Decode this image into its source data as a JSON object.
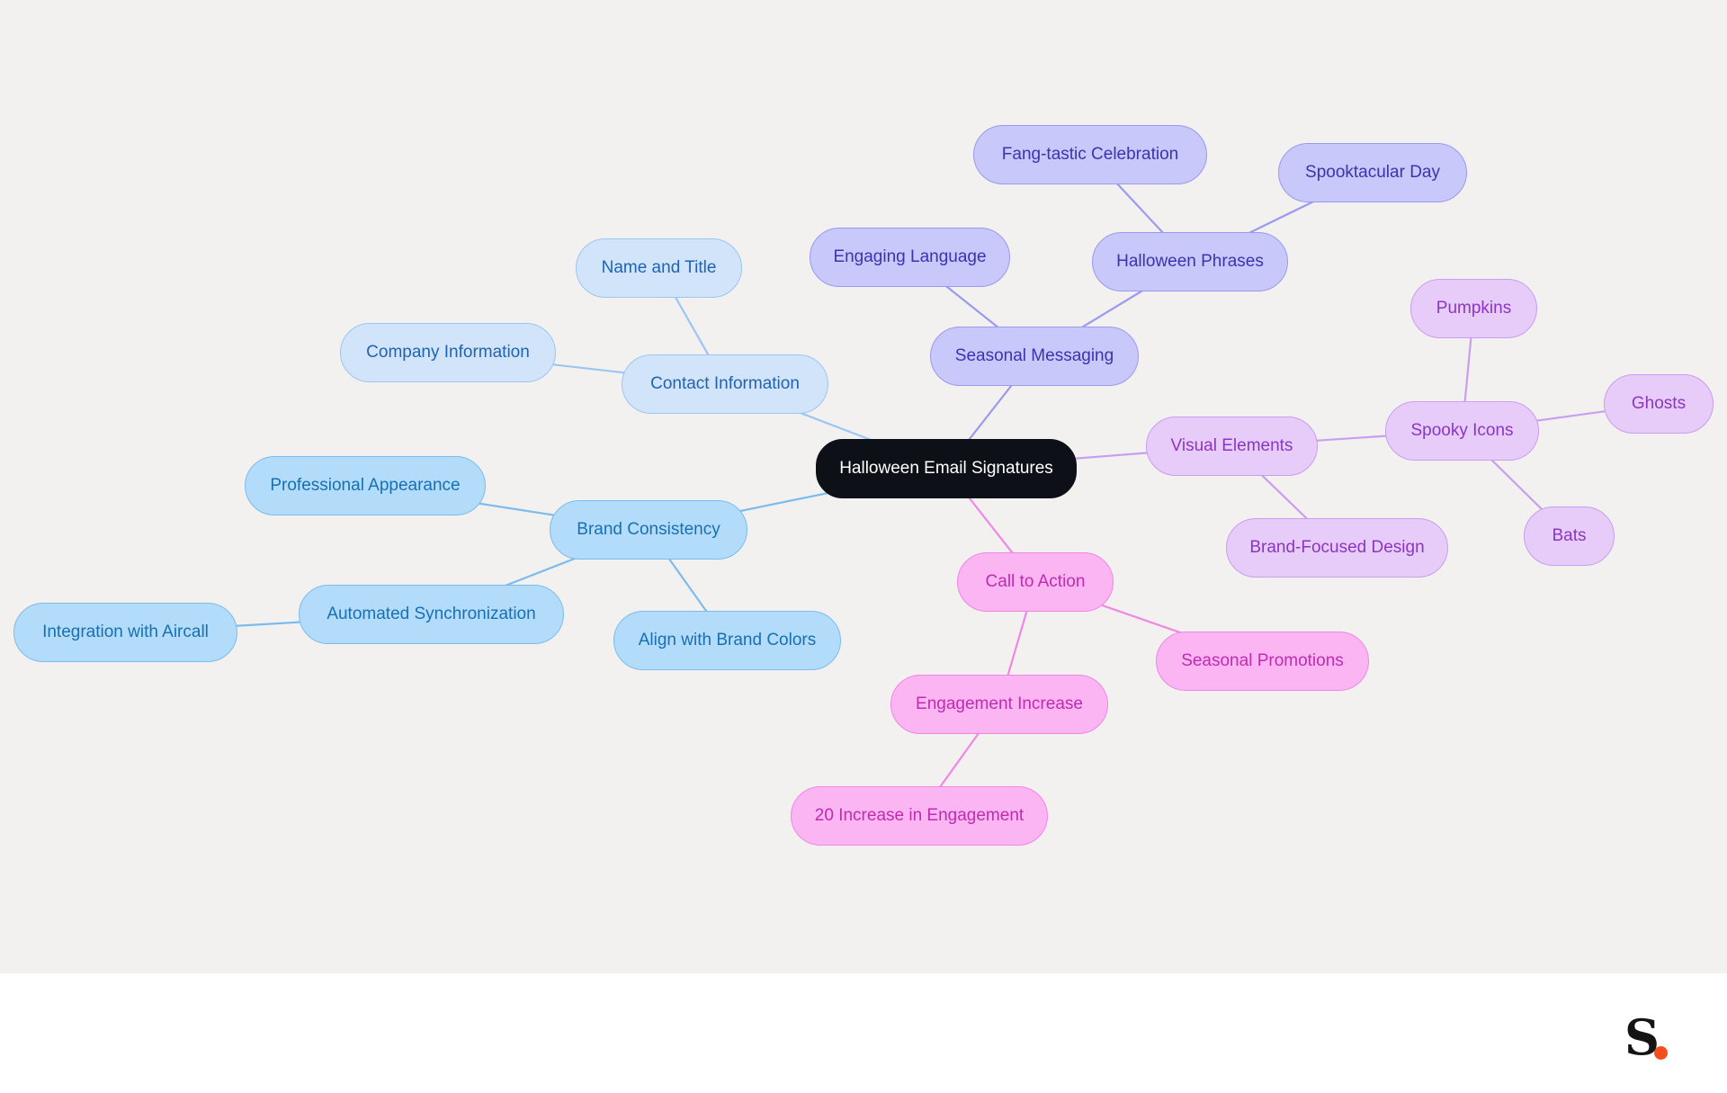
{
  "diagram": {
    "nodes": {
      "root": "Halloween Email Signatures",
      "contact_info": "Contact Information",
      "name_title": "Name and Title",
      "company_info": "Company Information",
      "brand_consistency": "Brand Consistency",
      "professional_appearance": "Professional Appearance",
      "automated_sync": "Automated Synchronization",
      "aircall": "Integration with Aircall",
      "brand_colors": "Align with Brand Colors",
      "seasonal_messaging": "Seasonal Messaging",
      "engaging_language": "Engaging Language",
      "halloween_phrases": "Halloween Phrases",
      "fang_tastic": "Fang-tastic Celebration",
      "spooktacular": "Spooktacular Day",
      "visual_elements": "Visual Elements",
      "spooky_icons": "Spooky Icons",
      "pumpkins": "Pumpkins",
      "ghosts": "Ghosts",
      "bats": "Bats",
      "brand_focused": "Brand-Focused Design",
      "call_to_action": "Call to Action",
      "seasonal_promotions": "Seasonal Promotions",
      "engagement_increase": "Engagement Increase",
      "increase_20": "20 Increase in Engagement"
    },
    "edges": [
      [
        "root",
        "contact_info"
      ],
      [
        "contact_info",
        "name_title"
      ],
      [
        "contact_info",
        "company_info"
      ],
      [
        "root",
        "brand_consistency"
      ],
      [
        "brand_consistency",
        "professional_appearance"
      ],
      [
        "brand_consistency",
        "automated_sync"
      ],
      [
        "automated_sync",
        "aircall"
      ],
      [
        "brand_consistency",
        "brand_colors"
      ],
      [
        "root",
        "seasonal_messaging"
      ],
      [
        "seasonal_messaging",
        "engaging_language"
      ],
      [
        "seasonal_messaging",
        "halloween_phrases"
      ],
      [
        "halloween_phrases",
        "fang_tastic"
      ],
      [
        "halloween_phrases",
        "spooktacular"
      ],
      [
        "root",
        "visual_elements"
      ],
      [
        "visual_elements",
        "spooky_icons"
      ],
      [
        "spooky_icons",
        "pumpkins"
      ],
      [
        "spooky_icons",
        "ghosts"
      ],
      [
        "spooky_icons",
        "bats"
      ],
      [
        "visual_elements",
        "brand_focused"
      ],
      [
        "root",
        "call_to_action"
      ],
      [
        "call_to_action",
        "seasonal_promotions"
      ],
      [
        "call_to_action",
        "engagement_increase"
      ],
      [
        "engagement_increase",
        "increase_20"
      ]
    ],
    "colors": {
      "background": "#f3f1f0",
      "root": "#0d1117",
      "contact_branch": "#9cc6f2",
      "brand_branch": "#7cbcec",
      "seasonal_branch": "#9a9aee",
      "visual_branch": "#c89ef0",
      "cta_branch": "#f087e4",
      "logo_accent": "#f24e1e"
    }
  },
  "footer": {
    "logo_letter": "S"
  }
}
